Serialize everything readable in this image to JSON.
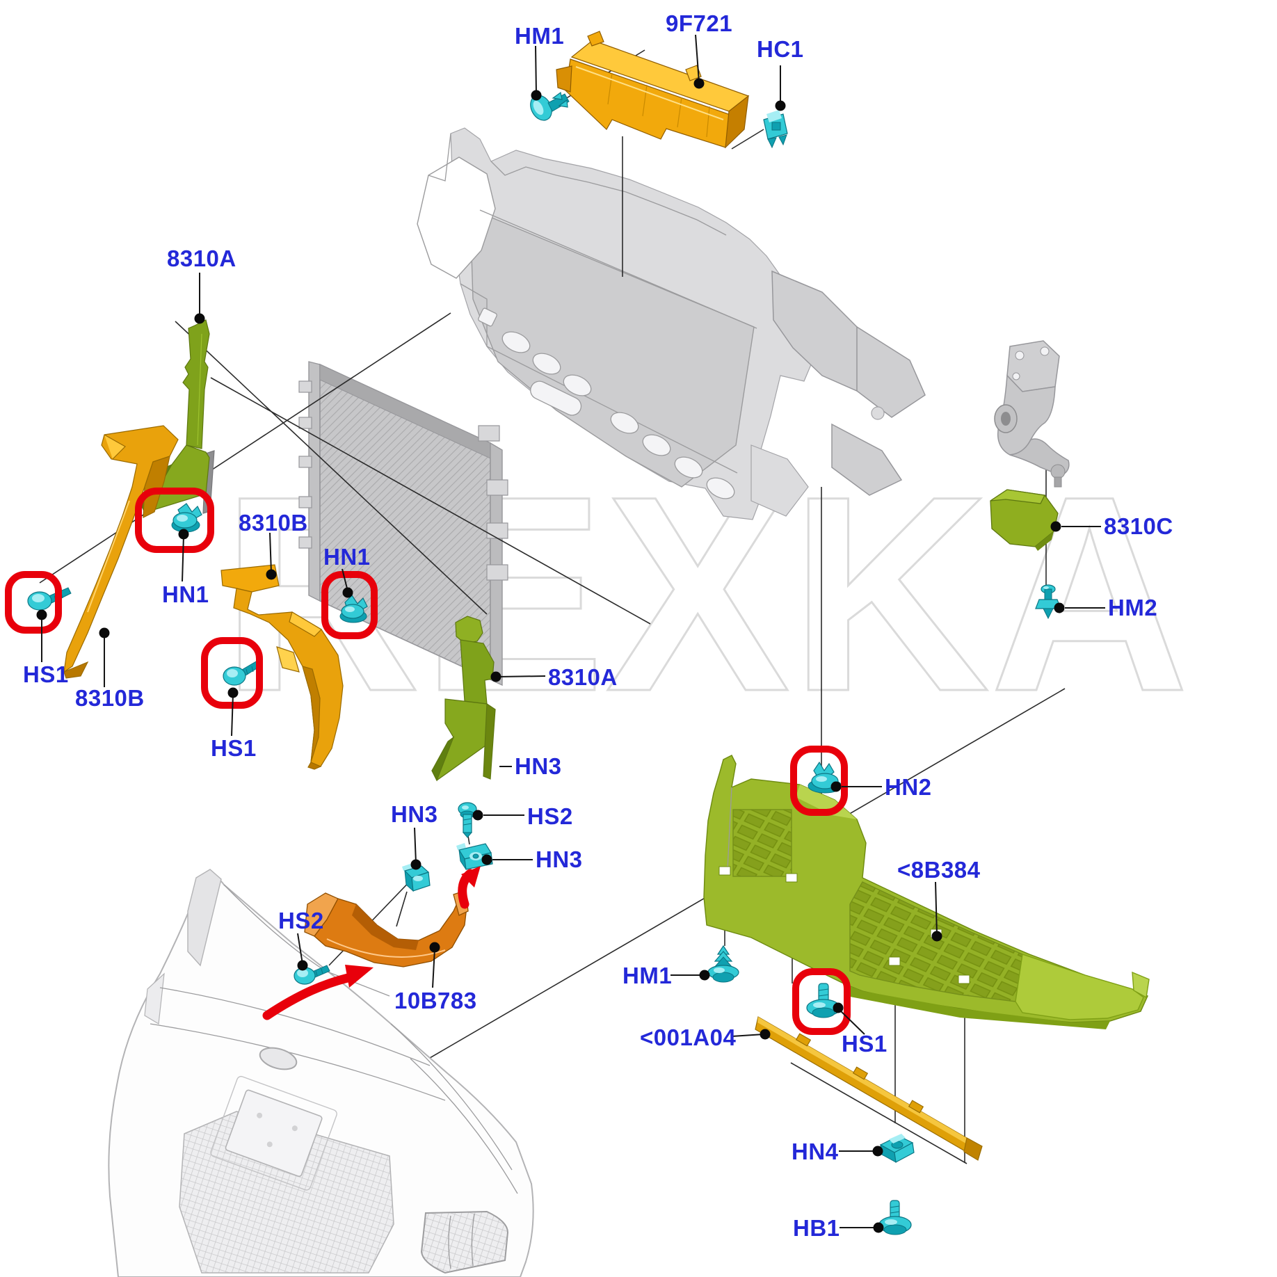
{
  "watermark": "REXKA",
  "colors": {
    "label_blue": "#2328D8",
    "highlight_red": "#E8000B",
    "fastener_teal": "#33CBD6",
    "part_gold": "#E9A20C",
    "part_orange": "#DD7B12",
    "part_green": "#9CBA2B",
    "part_gray": "#cdcdcf",
    "watermark_gray": "#dadada"
  },
  "callouts": [
    {
      "id": "hm1-top",
      "text": "HM1"
    },
    {
      "id": "9f721",
      "text": "9F721"
    },
    {
      "id": "hc1",
      "text": "HC1"
    },
    {
      "id": "8310a-left",
      "text": "8310A"
    },
    {
      "id": "8310b-left",
      "text": "8310B"
    },
    {
      "id": "hn1-left",
      "text": "HN1"
    },
    {
      "id": "hs1-left",
      "text": "HS1"
    },
    {
      "id": "8310b-center",
      "text": "8310B"
    },
    {
      "id": "hn1-center",
      "text": "HN1"
    },
    {
      "id": "hs1-center",
      "text": "HS1"
    },
    {
      "id": "8310a-center",
      "text": "8310A"
    },
    {
      "id": "hn3-top",
      "text": "HN3"
    },
    {
      "id": "8310c",
      "text": "8310C"
    },
    {
      "id": "hm2",
      "text": "HM2"
    },
    {
      "id": "hn3-left",
      "text": "HN3"
    },
    {
      "id": "hs2-top",
      "text": "HS2"
    },
    {
      "id": "hn3-right",
      "text": "HN3"
    },
    {
      "id": "hs2-bottom",
      "text": "HS2"
    },
    {
      "id": "10b783",
      "text": "10B783"
    },
    {
      "id": "hm1-bottom",
      "text": "HM1"
    },
    {
      "id": "hn2",
      "text": "HN2"
    },
    {
      "id": "8b384",
      "text": "<8B384"
    },
    {
      "id": "001a04",
      "text": "<001A04"
    },
    {
      "id": "hs1-right",
      "text": "HS1"
    },
    {
      "id": "hn4",
      "text": "HN4"
    },
    {
      "id": "hb1",
      "text": "HB1"
    }
  ]
}
